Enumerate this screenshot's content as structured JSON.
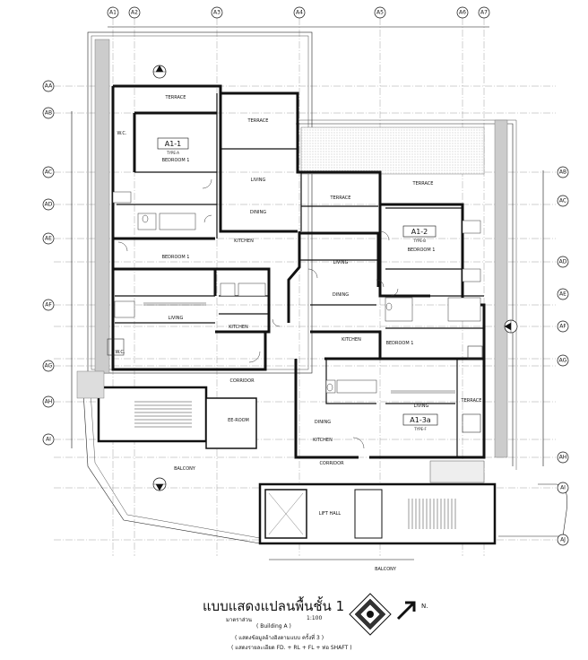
{
  "grid_top": [
    "A1",
    "A2",
    "A3",
    "A4",
    "A5",
    "A6",
    "A7"
  ],
  "grid_left": [
    "AA",
    "AB",
    "AC",
    "AD",
    "AE",
    "AF",
    "AG",
    "AH",
    "AI"
  ],
  "grid_right": [
    "AB",
    "AC",
    "AD",
    "AE",
    "AF",
    "AG",
    "AH",
    "AI",
    "AJ"
  ],
  "units": {
    "a1": {
      "name": "A1-1",
      "type": "TYPE-A"
    },
    "a2": {
      "name": "A1-2",
      "type": "TYPE-B"
    },
    "a3": {
      "name": "A1-3a",
      "type": "TYPE-F"
    }
  },
  "rooms": {
    "terrace": "TERRACE",
    "bedroom": "BEDROOM 1",
    "living": "LIVING",
    "dining": "DINING",
    "kitchen": "KITCHEN",
    "corridor": "CORRIDOR",
    "lift_hall": "LIFT HALL",
    "elec_room": "EE-ROOM",
    "balcony": "BALCONY",
    "wc": "W.C."
  },
  "title": {
    "main": "แบบแสดงแปลนพื้นชั้น 1",
    "scale_label": "มาตราส่วน",
    "scale": "1:100",
    "building": "( Building A )",
    "note1": "( แสดงข้อมูลอ้างอิงตามแบบ ครั้งที่ 3 )",
    "note2": "( แสดงรายละเอียด FD. + RL + FL + ท่อ SHAFT )",
    "north": "N."
  }
}
